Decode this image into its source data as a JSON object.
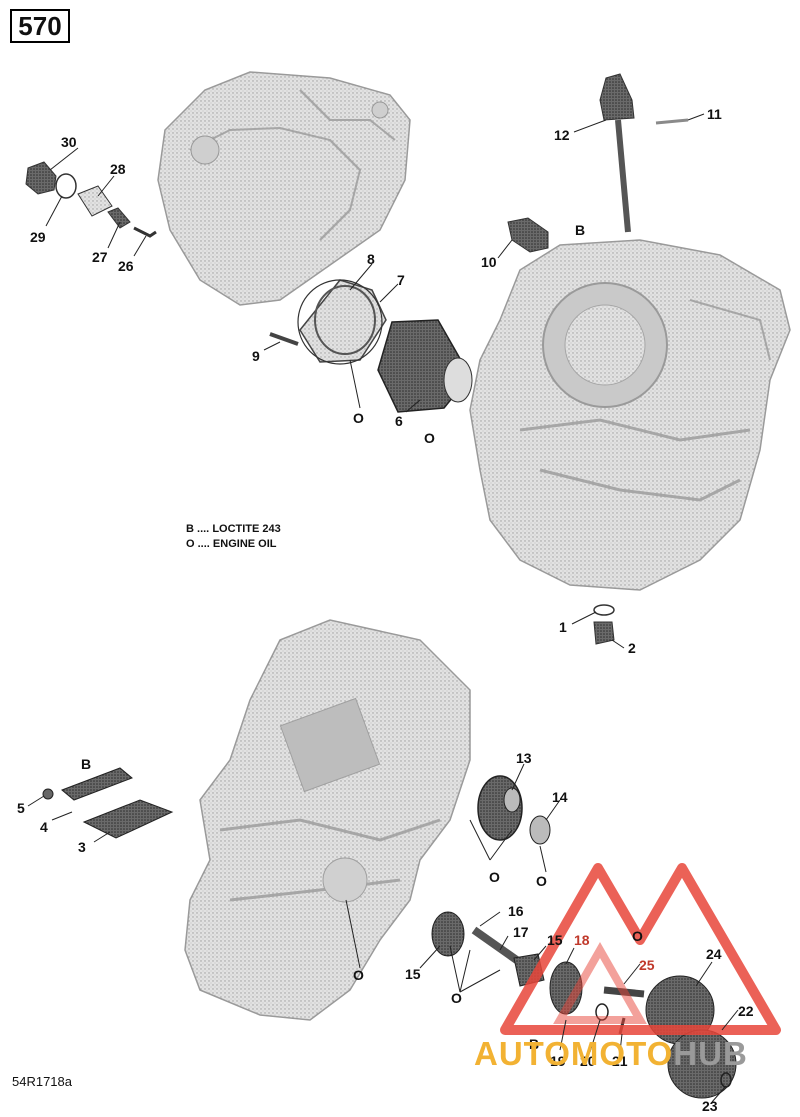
{
  "page_number": "570",
  "figure_ref": "54R1718a",
  "legend": [
    {
      "key": "B",
      "dots": "....",
      "text": "LOCTITE 243"
    },
    {
      "key": "O",
      "dots": "....",
      "text": "ENGINE OIL"
    }
  ],
  "callouts": {
    "c1": "1",
    "c2": "2",
    "c3": "3",
    "c4": "4",
    "c5": "5",
    "c6": "6",
    "c7": "7",
    "c8": "8",
    "c9": "9",
    "c10": "10",
    "c11": "11",
    "c12": "12",
    "c13": "13",
    "c14": "14",
    "c15a": "15",
    "c15b": "15",
    "c16": "16",
    "c17": "17",
    "c18": "18",
    "c19": "19",
    "c20": "20",
    "c21": "21",
    "c22": "22",
    "c23": "23",
    "c24": "24",
    "c25": "25",
    "c26": "26",
    "c27": "27",
    "c28": "28",
    "c29": "29",
    "c30": "30"
  },
  "symbols": {
    "oil": "O",
    "loctite": "B"
  },
  "watermark": {
    "part1": "AUTO",
    "part2": "MOTO",
    "part3": "HUB"
  },
  "colors": {
    "part_fill": "#d8d8d8",
    "part_stroke": "#9a9a9a",
    "dark_part": "#4a4a4a",
    "watermark_red": "#e8463a",
    "watermark_yellow": "#f2b233"
  }
}
